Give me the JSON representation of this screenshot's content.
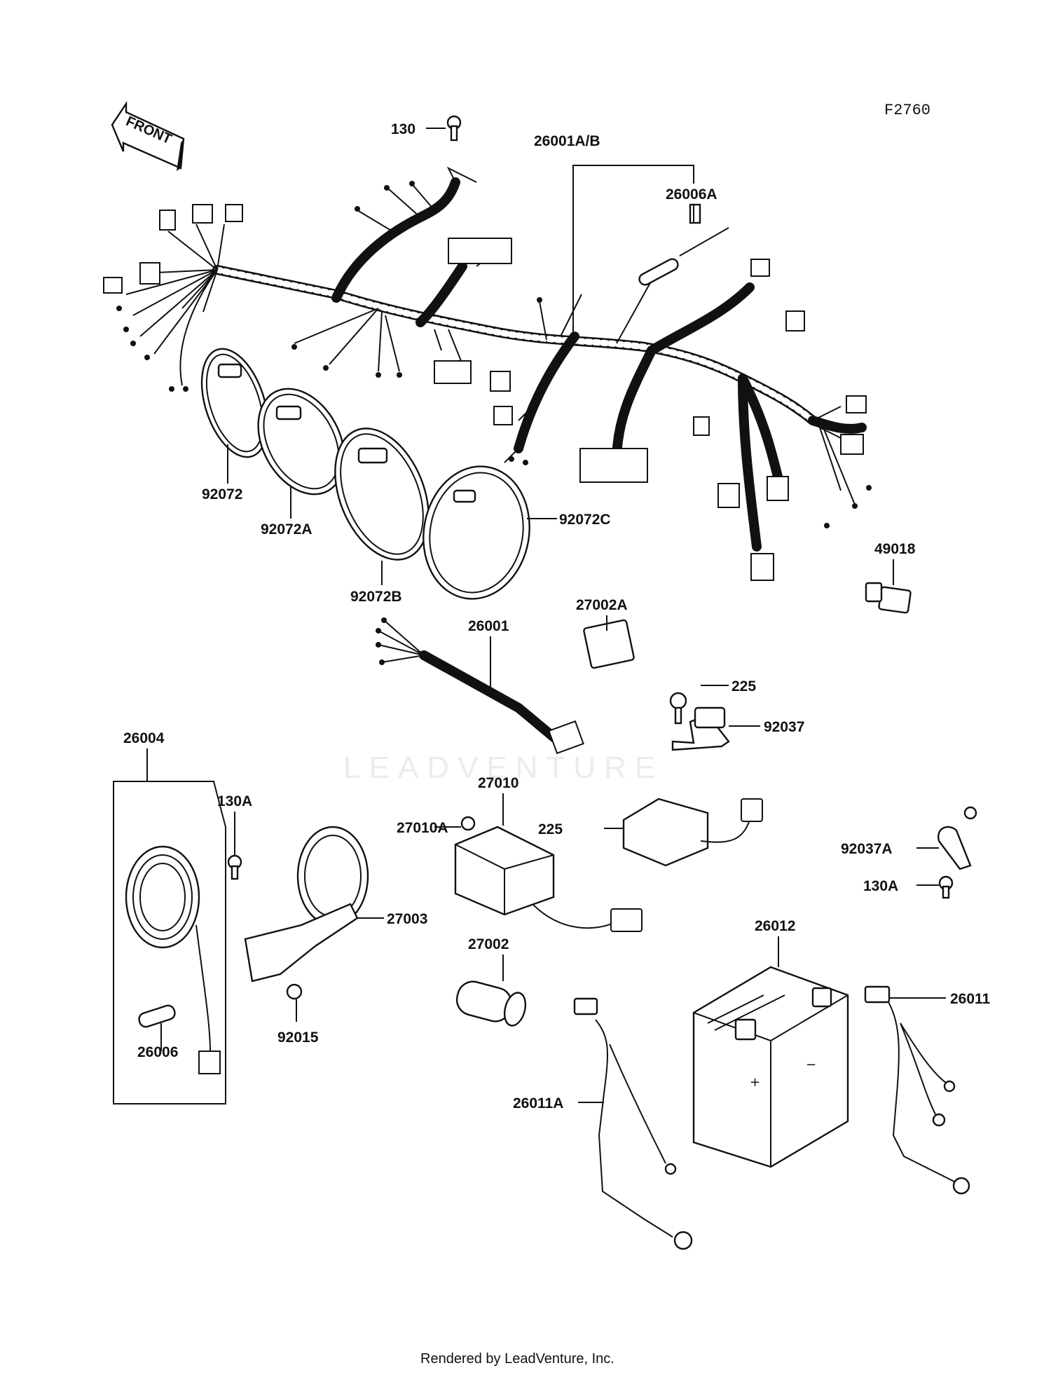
{
  "figure_code": "F2760",
  "orientation_label": "FRONT",
  "watermark": "LEADVENTURE",
  "credit": "Rendered by LeadVenture, Inc.",
  "callouts": [
    "130",
    "26001A/B",
    "26006A",
    "92072",
    "92072A",
    "92072B",
    "92072C",
    "26001",
    "27002A",
    "49018",
    "225",
    "92037",
    "26004",
    "130A",
    "27010",
    "27010A",
    "225",
    "92037A",
    "130A",
    "27003",
    "27002",
    "26012",
    "26011",
    "92015",
    "26006",
    "26011A"
  ]
}
